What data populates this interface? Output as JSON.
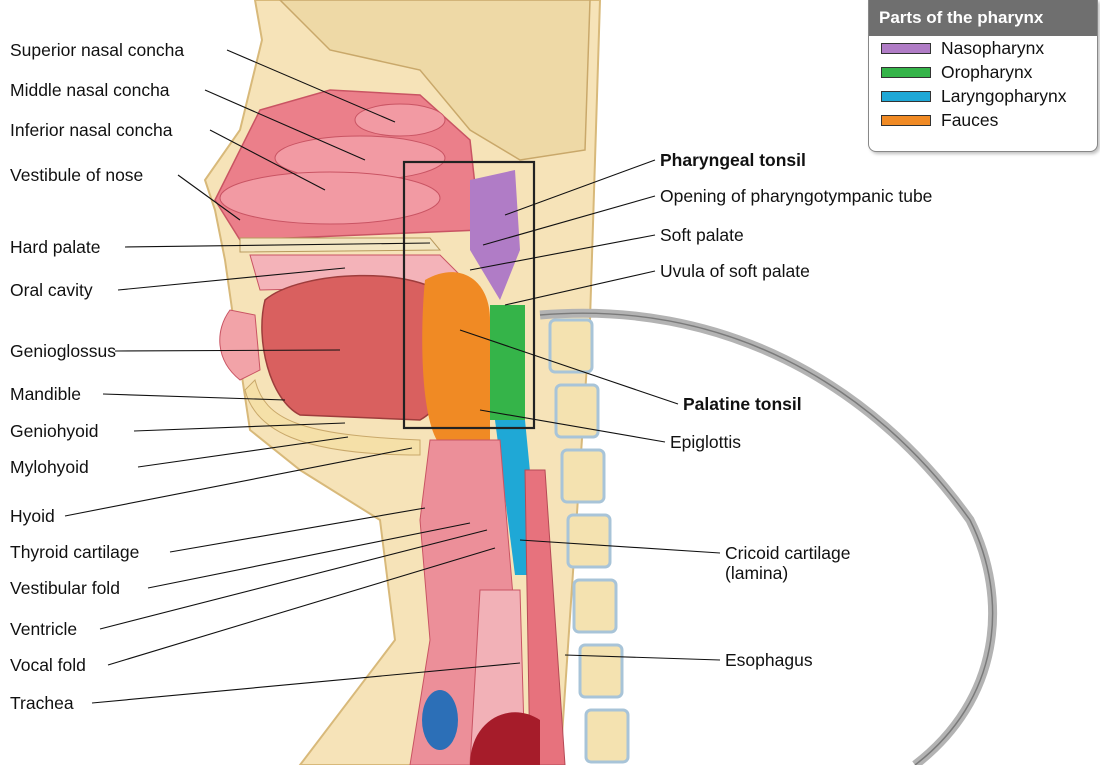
{
  "labels_left": [
    {
      "text": "Superior nasal concha"
    },
    {
      "text": "Middle nasal concha"
    },
    {
      "text": "Inferior nasal concha"
    },
    {
      "text": "Vestibule of nose"
    },
    {
      "text": "Hard palate"
    },
    {
      "text": "Oral cavity"
    },
    {
      "text": "Genioglossus"
    },
    {
      "text": "Mandible"
    },
    {
      "text": "Geniohyoid"
    },
    {
      "text": "Mylohyoid"
    },
    {
      "text": "Hyoid"
    },
    {
      "text": "Thyroid cartilage"
    },
    {
      "text": "Vestibular fold"
    },
    {
      "text": "Ventricle"
    },
    {
      "text": "Vocal fold"
    },
    {
      "text": "Trachea"
    }
  ],
  "labels_right": [
    {
      "text": "Pharyngeal tonsil",
      "bold": true
    },
    {
      "text": "Opening of pharyngotympanic tube",
      "bold": false
    },
    {
      "text": "Soft palate",
      "bold": false
    },
    {
      "text": "Uvula of soft palate",
      "bold": false
    },
    {
      "text": "Palatine tonsil",
      "bold": true
    },
    {
      "text": "Epiglottis",
      "bold": false
    },
    {
      "text": "Cricoid cartilage (lamina)",
      "bold": false
    },
    {
      "text": "Esophagus",
      "bold": false
    }
  ],
  "legend": {
    "title": "Parts of the pharynx",
    "items": [
      {
        "label": "Nasopharynx",
        "color": "#b07cc6"
      },
      {
        "label": "Oropharynx",
        "color": "#35b449"
      },
      {
        "label": "Laryngopharynx",
        "color": "#1fa8d6"
      },
      {
        "label": "Fauces",
        "color": "#f08a24"
      }
    ]
  }
}
